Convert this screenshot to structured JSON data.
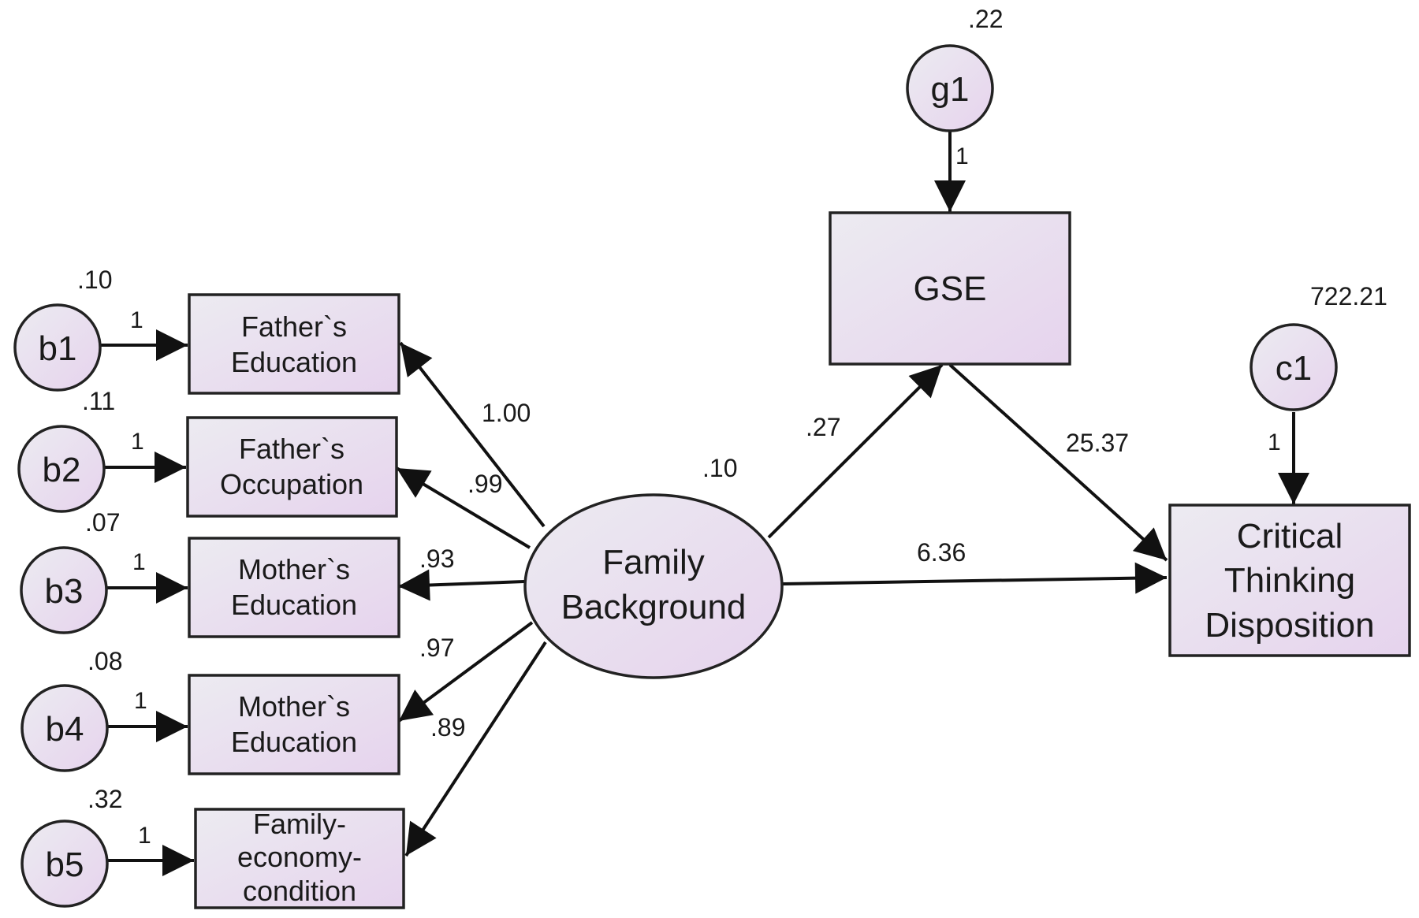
{
  "colors": {
    "node_fill_start": "#ebeaf0",
    "node_fill_end": "#e8d6ee",
    "stroke": "#222222"
  },
  "errors": {
    "b1": {
      "label": "b1",
      "variance": ".10",
      "weight": "1"
    },
    "b2": {
      "label": "b2",
      "variance": ".11",
      "weight": "1"
    },
    "b3": {
      "label": "b3",
      "variance": ".07",
      "weight": "1"
    },
    "b4": {
      "label": "b4",
      "variance": ".08",
      "weight": "1"
    },
    "b5": {
      "label": "b5",
      "variance": ".32",
      "weight": "1"
    },
    "g1": {
      "label": "g1",
      "variance": ".22",
      "weight": "1"
    },
    "c1": {
      "label": "c1",
      "variance": "722.21",
      "weight": "1"
    }
  },
  "indicators": {
    "father_education": {
      "line1": "Father`s",
      "line2": "Education"
    },
    "father_occupation": {
      "line1": "Father`s",
      "line2": "Occupation"
    },
    "mother_education_1": {
      "line1": "Mother`s",
      "line2": "Education"
    },
    "mother_education_2": {
      "line1": "Mother`s",
      "line2": "Education"
    },
    "family_economy": {
      "line1": "Family-",
      "line2": "economy-",
      "line3": "condition"
    }
  },
  "latent": {
    "line1": "Family",
    "line2": "Background",
    "variance": ".10"
  },
  "gse": {
    "label": "GSE"
  },
  "ctd": {
    "line1": "Critical",
    "line2": "Thinking",
    "line3": "Disposition"
  },
  "paths": {
    "fb_father_education": "1.00",
    "fb_father_occupation": ".99",
    "fb_mother_education_1": ".93",
    "fb_mother_education_2": ".97",
    "fb_family_economy": ".89",
    "fb_gse": ".27",
    "gse_ctd": "25.37",
    "fb_ctd": "6.36"
  }
}
